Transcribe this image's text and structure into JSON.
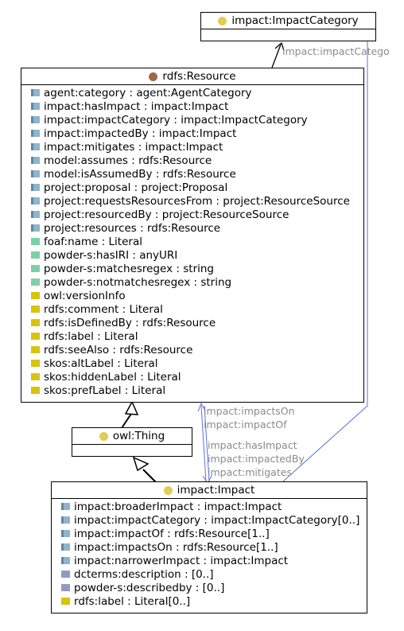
{
  "colors": {
    "object_property": "#8fb4cc",
    "datatype_property": "#7fcfa8",
    "annotation_property": "#d7c40b",
    "untyped_property": "#8f9bc7",
    "class_dot_resource": "#9b6a45",
    "class_dot_owl": "#e3cc55",
    "edge_blue": "#5a6fe0",
    "edge_label": "#8a8a8a"
  },
  "classes": {
    "impact_category": {
      "icon": "class-dot-icon",
      "name": "impact:ImpactCategory",
      "attributes": []
    },
    "resource": {
      "icon": "class-dot-icon",
      "name": "rdfs:Resource",
      "attributes": [
        {
          "kind": "object",
          "text": "agent:category : agent:AgentCategory"
        },
        {
          "kind": "object",
          "text": "impact:hasImpact : impact:Impact"
        },
        {
          "kind": "object",
          "text": "impact:impactCategory : impact:ImpactCategory"
        },
        {
          "kind": "object",
          "text": "impact:impactedBy : impact:Impact"
        },
        {
          "kind": "object",
          "text": "impact:mitigates : impact:Impact"
        },
        {
          "kind": "object",
          "text": "model:assumes : rdfs:Resource"
        },
        {
          "kind": "object",
          "text": "model:isAssumedBy : rdfs:Resource"
        },
        {
          "kind": "object",
          "text": "project:proposal : project:Proposal"
        },
        {
          "kind": "object",
          "text": "project:requestsResourcesFrom : project:ResourceSource"
        },
        {
          "kind": "object",
          "text": "project:resourcedBy : project:ResourceSource"
        },
        {
          "kind": "object",
          "text": "project:resources : rdfs:Resource"
        },
        {
          "kind": "datatype",
          "text": "foaf:name : Literal"
        },
        {
          "kind": "datatype",
          "text": "powder-s:hasIRI : anyURI"
        },
        {
          "kind": "datatype",
          "text": "powder-s:matchesregex : string"
        },
        {
          "kind": "datatype",
          "text": "powder-s:notmatchesregex : string"
        },
        {
          "kind": "annotation",
          "text": "owl:versionInfo"
        },
        {
          "kind": "annotation",
          "text": "rdfs:comment : Literal"
        },
        {
          "kind": "annotation",
          "text": "rdfs:isDefinedBy : rdfs:Resource"
        },
        {
          "kind": "annotation",
          "text": "rdfs:label : Literal"
        },
        {
          "kind": "annotation",
          "text": "rdfs:seeAlso : rdfs:Resource"
        },
        {
          "kind": "annotation",
          "text": "skos:altLabel : Literal"
        },
        {
          "kind": "annotation",
          "text": "skos:hiddenLabel : Literal"
        },
        {
          "kind": "annotation",
          "text": "skos:prefLabel : Literal"
        }
      ]
    },
    "thing": {
      "icon": "class-dot-icon",
      "name": "owl:Thing",
      "attributes": []
    },
    "impact": {
      "icon": "class-dot-icon",
      "name": "impact:Impact",
      "attributes": [
        {
          "kind": "object",
          "text": "impact:broaderImpact : impact:Impact"
        },
        {
          "kind": "object",
          "text": "impact:impactCategory : impact:ImpactCategory[0..]"
        },
        {
          "kind": "object",
          "text": "impact:impactOf : rdfs:Resource[1..]"
        },
        {
          "kind": "object",
          "text": "impact:impactsOn : rdfs:Resource[1..]"
        },
        {
          "kind": "object",
          "text": "impact:narrowerImpact : impact:Impact"
        },
        {
          "kind": "untyped",
          "text": "dcterms:description : [0..]"
        },
        {
          "kind": "untyped",
          "text": "powder-s:describedby : [0..]"
        },
        {
          "kind": "annotation",
          "text": "rdfs:label : Literal[0..]"
        }
      ]
    }
  },
  "edge_labels": {
    "impact_category_link": "impact:impactCatego",
    "impacts_on": "impact:impactsOn",
    "impact_of": "impact:impactOf",
    "has_impact": "impact:hasImpact",
    "impacted_by": "impact:impactedBy",
    "mitigates": "impact:mitigates"
  }
}
